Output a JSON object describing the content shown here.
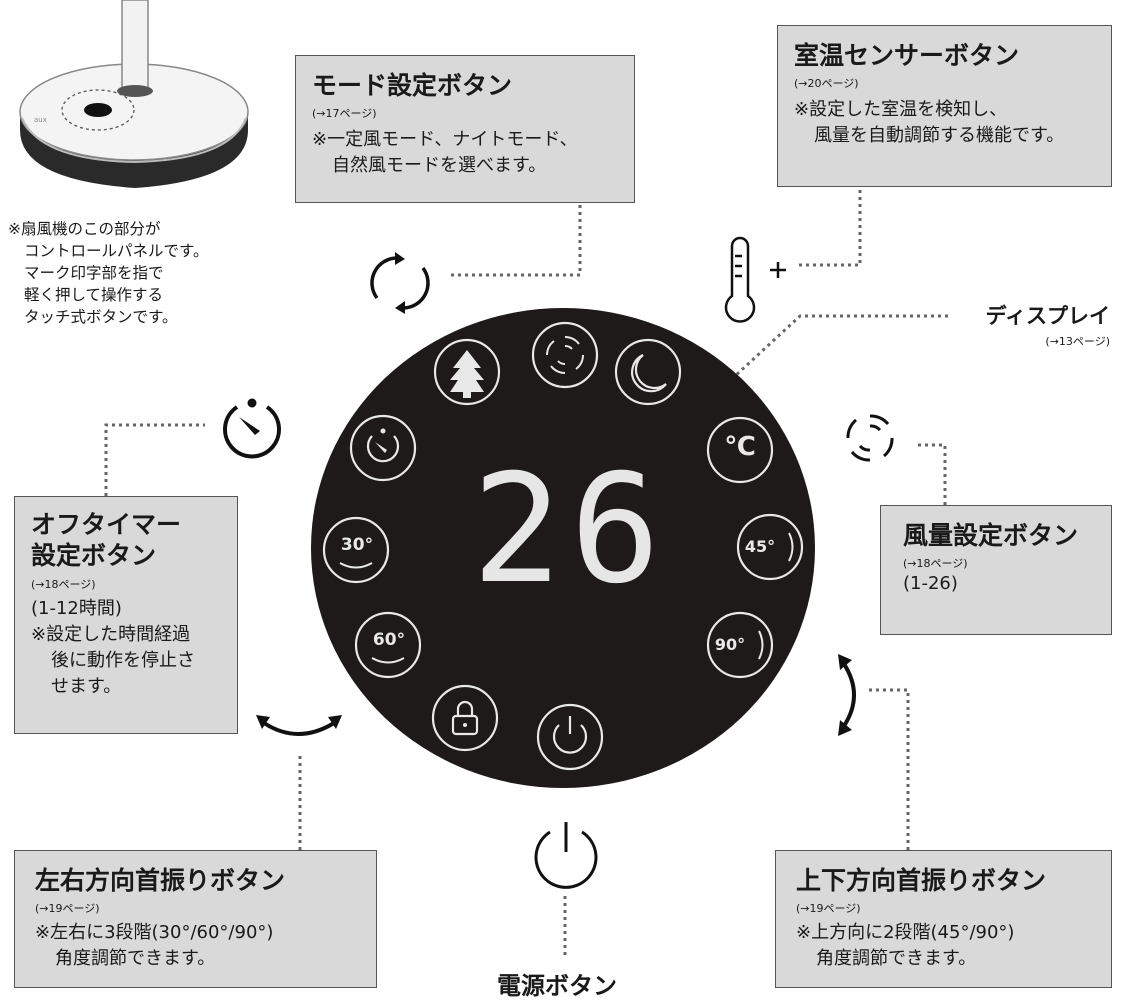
{
  "mode_box": {
    "title": "モード設定ボタン",
    "ref": "(→17ページ)",
    "desc": [
      "※一定風モード、ナイトモード、",
      "自然風モードを選べます。"
    ]
  },
  "sensor_box": {
    "title": "室温センサーボタン",
    "ref": "(→20ページ)",
    "desc": [
      "※設定した室温を検知し、",
      "風量を自動調節する機能です。"
    ]
  },
  "note": [
    "※扇風機のこの部分が",
    "コントロールパネルです。",
    "マーク印字部を指で",
    "軽く押して操作する",
    "タッチ式ボタンです。"
  ],
  "display_label": {
    "title": "ディスプレイ",
    "ref": "(→13ページ)"
  },
  "timer_box": {
    "title": [
      "オフタイマー",
      "設定ボタン"
    ],
    "ref": "(→18ページ)",
    "range": "(1-12時間)",
    "desc": [
      "※設定した時間経過",
      "後に動作を停止さ",
      "せます。"
    ]
  },
  "wind_box": {
    "title": "風量設定ボタン",
    "ref": "(→18ページ)",
    "range": "(1-26)"
  },
  "lr_box": {
    "title": "左右方向首振りボタン",
    "ref": "(→19ページ)",
    "desc": [
      "※左右に3段階(30°/60°/90°)",
      "角度調節できます。"
    ]
  },
  "ud_box": {
    "title": "上下方向首振りボタン",
    "ref": "(→19ページ)",
    "desc": [
      "※上方向に2段階(45°/90°)",
      "角度調節できます。"
    ]
  },
  "power_label": "電源ボタン",
  "panel": {
    "display_value": "26",
    "btn_30": "30°",
    "btn_60": "60°",
    "btn_45": "45°",
    "btn_90": "90°",
    "btn_celsius": "℃"
  },
  "colors": {
    "panel": "#1e1a1a",
    "box": "#d9d9d9",
    "icon_stroke": "#e8e8e8",
    "digit": "#e6e6e6"
  }
}
